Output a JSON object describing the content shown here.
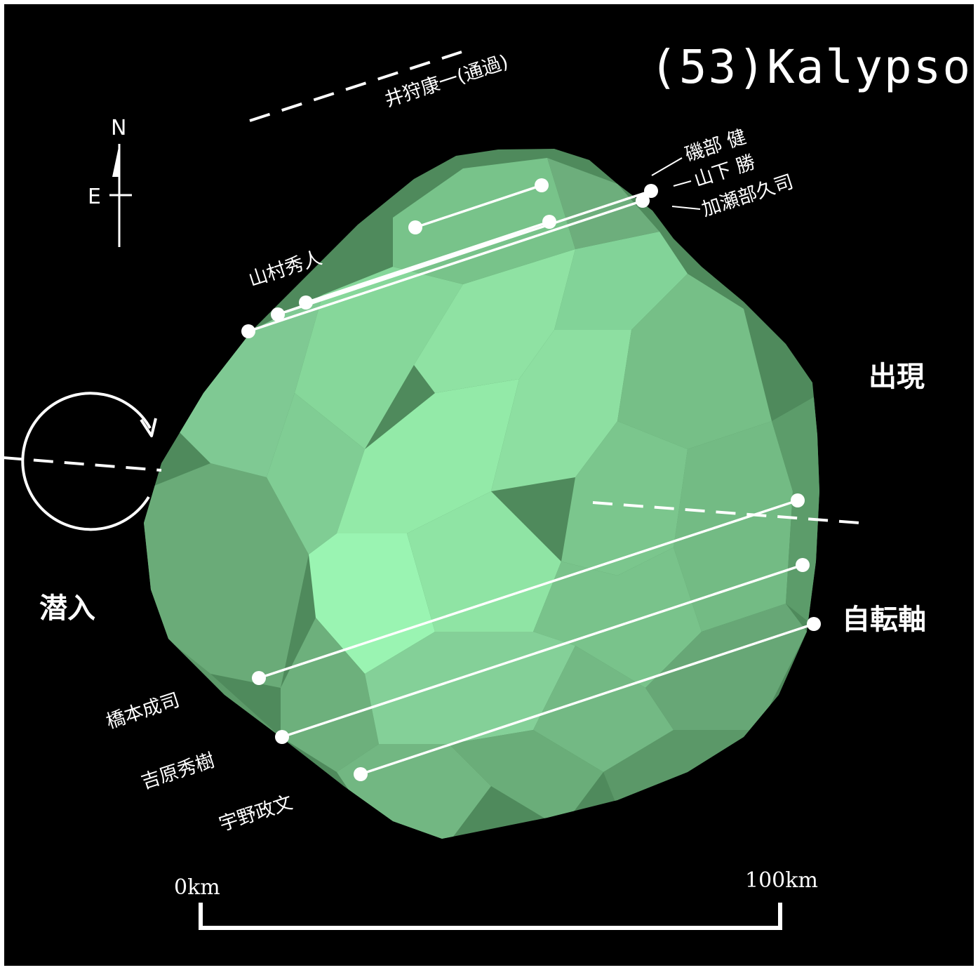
{
  "title": "(53)Kalypso",
  "colors": {
    "background": "#000000",
    "body_light": "#98f0b0",
    "body_mid": "#7cc88e",
    "body_dark": "#4f8a5c",
    "chord": "#ffffff"
  },
  "compass": {
    "north": "N",
    "east": "E"
  },
  "labels": {
    "disappearance": "潜入",
    "reappearance": "出現",
    "rotation_axis": "自転軸"
  },
  "observers": {
    "ikari": "井狩康一(通過)",
    "isobe": "磯部 健",
    "yamashita": "山下 勝",
    "kasebe": "加瀬部久司",
    "yamamura": "山村秀人",
    "hashimoto": "橋本成司",
    "yoshihara": "吉原秀樹",
    "uno": "宇野政文"
  },
  "scale_bar": {
    "start_label": "0km",
    "end_label": "100km"
  }
}
